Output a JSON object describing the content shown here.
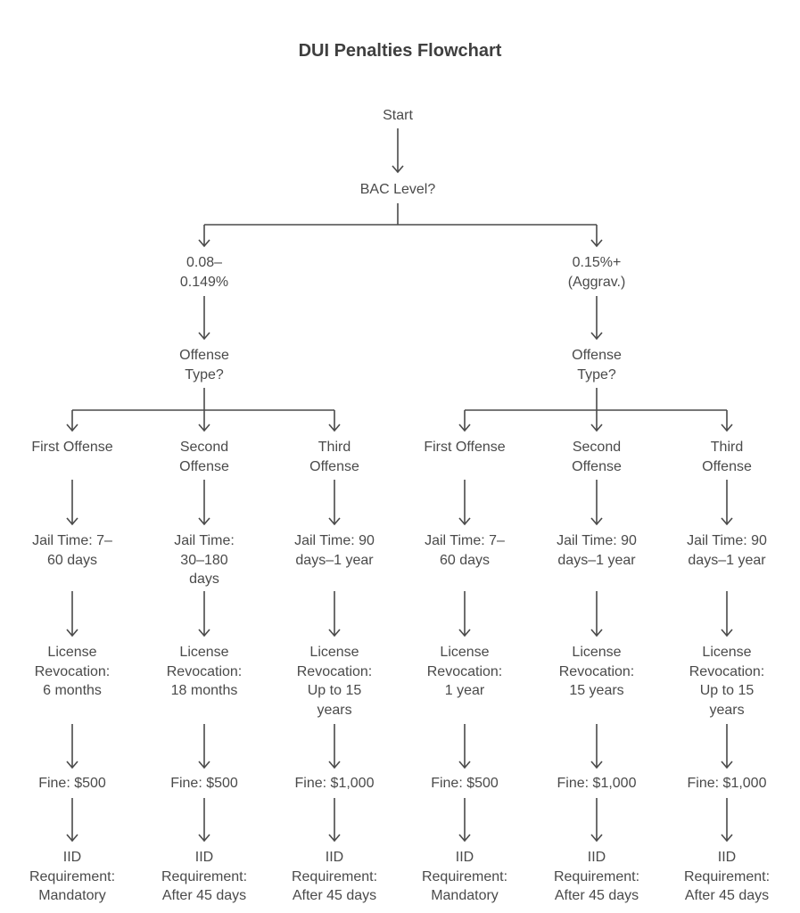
{
  "title": "DUI Penalties Flowchart",
  "colors": {
    "text": "#4a4a4a",
    "line": "#4a4a4a",
    "background": "#ffffff"
  },
  "nodes": {
    "start": [
      "Start"
    ],
    "bac": [
      "BAC Level?"
    ],
    "branches": [
      {
        "label": [
          "0.08–",
          "0.149%"
        ],
        "question": [
          "Offense",
          "Type?"
        ],
        "columns": [
          {
            "offense": [
              "First Offense"
            ],
            "jail": [
              "Jail Time: 7–",
              "60 days"
            ],
            "license": [
              "License",
              "Revocation:",
              "6 months"
            ],
            "fine": [
              "Fine: $500"
            ],
            "iid": [
              "IID",
              "Requirement:",
              "Mandatory"
            ]
          },
          {
            "offense": [
              "Second",
              "Offense"
            ],
            "jail": [
              "Jail Time:",
              "30–180",
              "days"
            ],
            "license": [
              "License",
              "Revocation:",
              "18 months"
            ],
            "fine": [
              "Fine: $500"
            ],
            "iid": [
              "IID",
              "Requirement:",
              "After 45 days"
            ]
          },
          {
            "offense": [
              "Third",
              "Offense"
            ],
            "jail": [
              "Jail Time: 90",
              "days–1 year"
            ],
            "license": [
              "License",
              "Revocation:",
              "Up to 15",
              "years"
            ],
            "fine": [
              "Fine: $1,000"
            ],
            "iid": [
              "IID",
              "Requirement:",
              "After 45 days"
            ]
          }
        ]
      },
      {
        "label": [
          "0.15%+",
          "(Aggrav.)"
        ],
        "question": [
          "Offense",
          "Type?"
        ],
        "columns": [
          {
            "offense": [
              "First Offense"
            ],
            "jail": [
              "Jail Time: 7–",
              "60 days"
            ],
            "license": [
              "License",
              "Revocation:",
              "1 year"
            ],
            "fine": [
              "Fine: $500"
            ],
            "iid": [
              "IID",
              "Requirement:",
              "Mandatory"
            ]
          },
          {
            "offense": [
              "Second",
              "Offense"
            ],
            "jail": [
              "Jail Time: 90",
              "days–1 year"
            ],
            "license": [
              "License",
              "Revocation:",
              "15 years"
            ],
            "fine": [
              "Fine: $1,000"
            ],
            "iid": [
              "IID",
              "Requirement:",
              "After 45 days"
            ]
          },
          {
            "offense": [
              "Third",
              "Offense"
            ],
            "jail": [
              "Jail Time: 90",
              "days–1 year"
            ],
            "license": [
              "License",
              "Revocation:",
              "Up to 15",
              "years"
            ],
            "fine": [
              "Fine: $1,000"
            ],
            "iid": [
              "IID",
              "Requirement:",
              "After 45 days"
            ]
          }
        ]
      }
    ]
  }
}
